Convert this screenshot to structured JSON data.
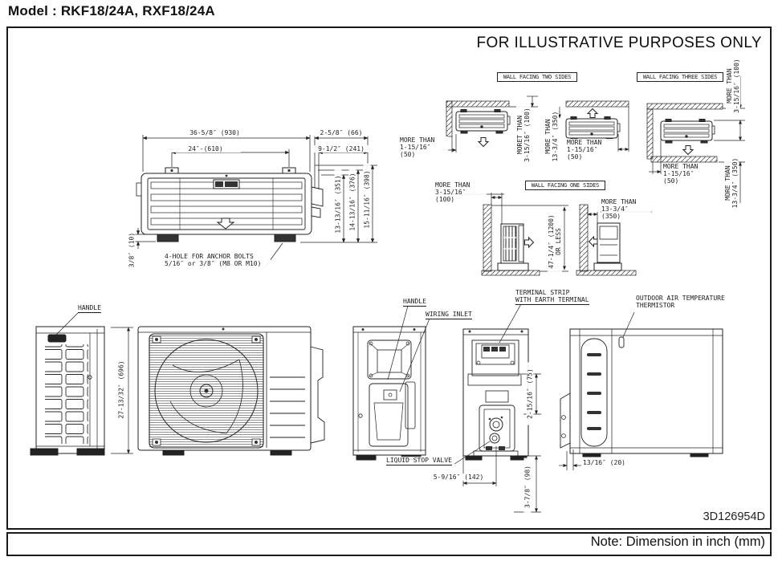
{
  "page": {
    "title": "Model : RKF18/24A, RXF18/24A",
    "banner": "FOR ILLUSTRATIVE PURPOSES ONLY",
    "drawing_number": "3D126954D",
    "note": "Note: Dimension in inch (mm)"
  },
  "front_view": {
    "dim_width_total": "36-5/8″ (930)",
    "dim_bolt_pitch": "24″-(610)",
    "dim_side_top": "2-5/8″ (66)",
    "dim_side_bottom": "9-1/2″ (241)",
    "dim_height_1": "13-13/16″ (351)",
    "dim_height_2": "14-13/16″ (376)",
    "dim_height_3": "15-11/16″ (398)",
    "dim_foot": "3/8″ (10)",
    "anchor_note": "4-HOLE FOR ANCHOR BOLTS\n5/16″ or 3/8″ (M8 OR M10)"
  },
  "clearance": {
    "two_sides_title": "WALL FACING TWO SIDES",
    "three_sides_title": "WALL FACING THREE SIDES",
    "one_sides_title": "WALL FACING ONE SIDES",
    "more_than_50": "MORE THAN\n1-15/16″ (50)",
    "more_than_100": "MORE THAN\n3-15/16″ (100)",
    "more_than_100_typo": "MORET THAN\n3-15/16″ (100)",
    "more_than_350": "MORE THAN\n13-3/4″ (350)",
    "height_limit": "47-1/4″ (1200)\nOR LESS"
  },
  "views": {
    "handle": "HANDLE",
    "wiring_inlet": "WIRING INLET",
    "terminal_strip": "TERMINAL STRIP\nWITH EARTH TERMINAL",
    "thermistor": "OUTDOOR AIR TEMPERATURE\nTHERMISTOR",
    "liquid_stop_valve": "LIQUID STOP VALVE",
    "dim_depth": "27-13/32″ (696)",
    "dim_75": "2-15/16″ (75)",
    "dim_142": "5-9/16″ (142)",
    "dim_98": "3-7/8″ (98)",
    "dim_20": "13/16″ (20)"
  }
}
